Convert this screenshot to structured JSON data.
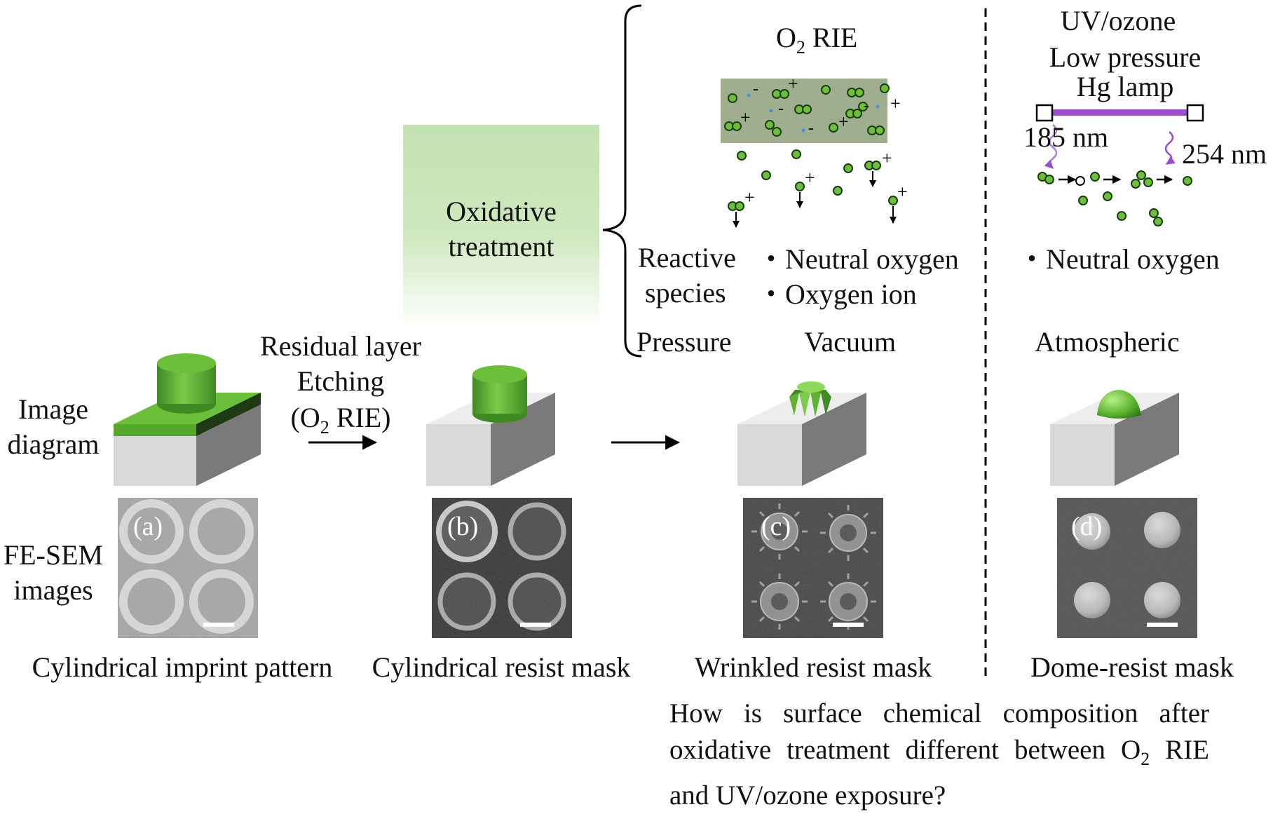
{
  "treatment_box": {
    "line1": "Oxidative",
    "line2": "treatment"
  },
  "o2rie": {
    "title_main": "O",
    "title_sub": "2",
    "title_rest": " RIE",
    "reactive_label_1": "Reactive",
    "reactive_label_2": "species",
    "species_1": "・Neutral oxygen",
    "species_2": "・Oxygen ion",
    "pressure_label": "Pressure",
    "pressure_value": "Vacuum"
  },
  "uvozone": {
    "title": "UV/ozone",
    "lamp_line1": "Low pressure",
    "lamp_line2": "Hg lamp",
    "wavelength_1": "185 nm",
    "wavelength_2": "254 nm",
    "species_1": "・Neutral oxygen",
    "pressure_value": "Atmospheric"
  },
  "step_arrow": {
    "line1": "Residual layer",
    "line2": "Etching",
    "line3_open": "(O",
    "line3_sub": "2",
    "line3_close": " RIE)"
  },
  "row_labels": {
    "image_1": "Image",
    "image_2": "diagram",
    "sem_1": "FE-SEM",
    "sem_2": "images"
  },
  "panels": [
    {
      "tag": "(a)",
      "caption": "Cylindrical imprint pattern"
    },
    {
      "tag": "(b)",
      "caption": "Cylindrical resist mask"
    },
    {
      "tag": "(c)",
      "caption": "Wrinkled resist mask"
    },
    {
      "tag": "(d)",
      "caption": "Dome-resist mask"
    }
  ],
  "question": {
    "part1": "How is surface chemical composition after oxidative treatment different between O",
    "sub": "2",
    "part2": " RIE and UV/ozone exposure?"
  },
  "colors": {
    "green": "#6cbf3a",
    "green_dark": "#3f8a22",
    "lamp_purple": "#9a4fc9",
    "plasma_box": "#9fae8f",
    "treatment_box": "#c4e2b0"
  }
}
